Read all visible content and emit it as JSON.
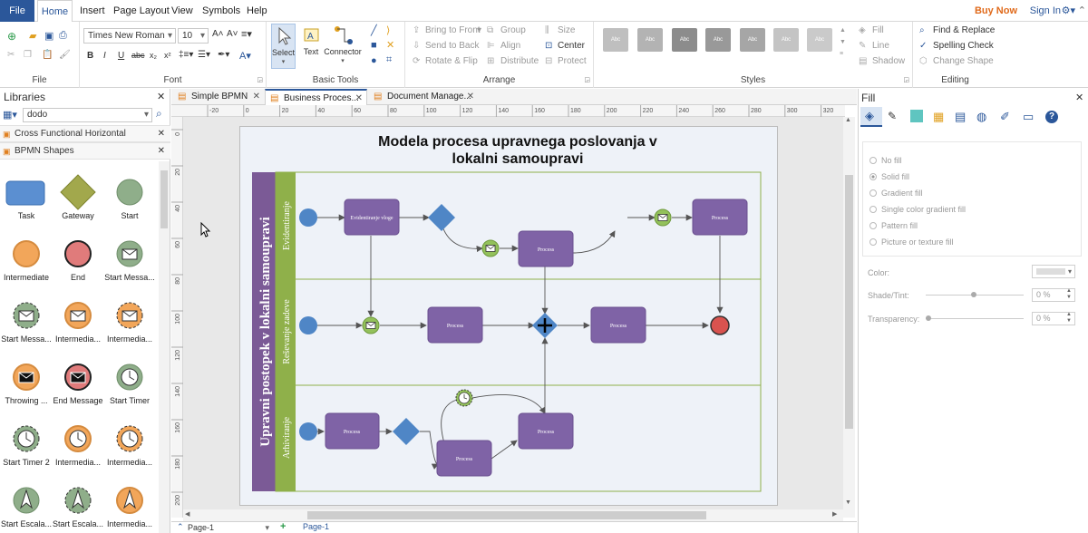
{
  "menu": {
    "file": "File",
    "home": "Home",
    "insert": "Insert",
    "page_layout": "Page Layout",
    "view": "View",
    "symbols": "Symbols",
    "help": "Help",
    "buy_now": "Buy Now",
    "sign_in": "Sign In"
  },
  "ribbon": {
    "file_group": "File",
    "font_group": "Font",
    "font_name": "Times New Roman",
    "font_size": "10",
    "basic_tools_group": "Basic Tools",
    "select": "Select",
    "text": "Text",
    "connector": "Connector",
    "arrange_group": "Arrange",
    "bring_to_front": "Bring to Front",
    "send_to_back": "Send to Back",
    "rotate_flip": "Rotate & Flip",
    "group": "Group",
    "align": "Align",
    "distribute": "Distribute",
    "size": "Size",
    "center": "Center",
    "protect": "Protect",
    "styles_group": "Styles",
    "swatch_label": "Abc",
    "fill": "Fill",
    "line": "Line",
    "shadow": "Shadow",
    "editing_group": "Editing",
    "find_replace": "Find & Replace",
    "spelling_check": "Spelling Check",
    "change_shape": "Change Shape"
  },
  "libraries": {
    "title": "Libraries",
    "search_value": "dodo",
    "cross_functional": "Cross Functional Horizontal",
    "bpmn_shapes": "BPMN Shapes",
    "items": [
      {
        "label": "Task"
      },
      {
        "label": "Gateway"
      },
      {
        "label": "Start"
      },
      {
        "label": "Intermediate"
      },
      {
        "label": "End"
      },
      {
        "label": "Start Messa..."
      },
      {
        "label": "Start Messa..."
      },
      {
        "label": "Intermedia..."
      },
      {
        "label": "Intermedia..."
      },
      {
        "label": "Throwing ..."
      },
      {
        "label": "End Message"
      },
      {
        "label": "Start Timer"
      },
      {
        "label": "Start Timer 2"
      },
      {
        "label": "Intermedia..."
      },
      {
        "label": "Intermedia..."
      },
      {
        "label": "Start Escala..."
      },
      {
        "label": "Start Escala..."
      },
      {
        "label": "Intermedia..."
      }
    ]
  },
  "tabs": [
    {
      "label": "Simple BPMN"
    },
    {
      "label": "Business Proces..."
    },
    {
      "label": "Document Manage..."
    }
  ],
  "ruler": {
    "top": [
      "-20",
      "0",
      "20",
      "40",
      "60",
      "80",
      "100",
      "120",
      "140",
      "160",
      "180",
      "200",
      "220",
      "240",
      "260",
      "280",
      "300",
      "320"
    ],
    "left": [
      "0",
      "20",
      "40",
      "60",
      "80",
      "100",
      "120",
      "140",
      "160",
      "180",
      "200"
    ]
  },
  "diagram": {
    "title_line1": "Modela procesa upravnega poslovanja v",
    "title_line2": "lokalni samoupravi",
    "pool_label": "Upravni postopek v lokalni samoupravi",
    "lane1": "Evidentiranje",
    "lane2": "Reševanje zadeve",
    "lane3": "Arhiviranje",
    "task_evid": "Evidentiranje vloge",
    "task_process": "Process"
  },
  "page_bar": {
    "page_select": "Page-1",
    "page_tab": "Page-1"
  },
  "fill_panel": {
    "title": "Fill",
    "options": [
      "No fill",
      "Solid fill",
      "Gradient fill",
      "Single color gradient fill",
      "Pattern fill",
      "Picture or texture fill"
    ],
    "color_label": "Color:",
    "shade_label": "Shade/Tint:",
    "shade_value": "0 %",
    "transparency_label": "Transparency:",
    "transparency_value": "0 %"
  },
  "colors": {
    "accent": "#2b579a",
    "pool": "#7b5a96",
    "lane_label": "#8fb04a",
    "task": "#7f63a6",
    "start": "#4f86c6",
    "end": "#d9534f",
    "message": "#93c15b"
  }
}
